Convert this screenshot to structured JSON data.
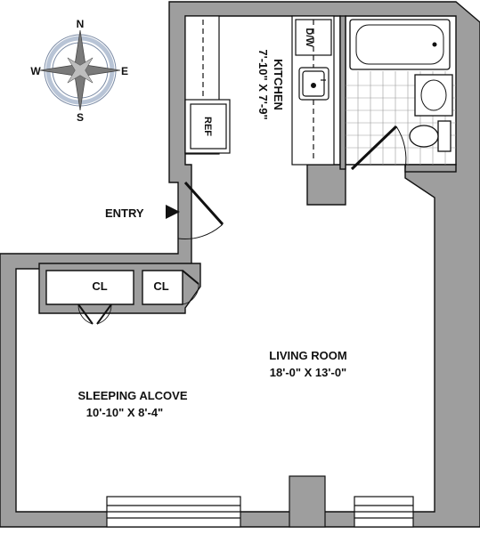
{
  "colors": {
    "wall": "#9e9e9e",
    "wall_outline": "#111111",
    "fixture": "#ffffff",
    "compass_ring": "#b8c4d6",
    "compass_star": "#7a7a7a"
  },
  "compass": {
    "north": "N",
    "south": "S",
    "east": "E",
    "west": "W"
  },
  "labels": {
    "entry": "ENTRY",
    "kitchen_name": "KITCHEN",
    "kitchen_size": "7'-10\" X 7'-9\"",
    "dishwasher": "D/W",
    "refrigerator": "REF",
    "closet_left": "CL",
    "closet_right": "CL",
    "living_name": "LIVING ROOM",
    "living_size": "18'-0\" X 13'-0\"",
    "alcove_name": "SLEEPING ALCOVE",
    "alcove_size": "10'-10\" X 8'-4\""
  },
  "icons": {
    "entry_arrow": "triangle-right-icon",
    "compass": "compass-rose-icon"
  }
}
